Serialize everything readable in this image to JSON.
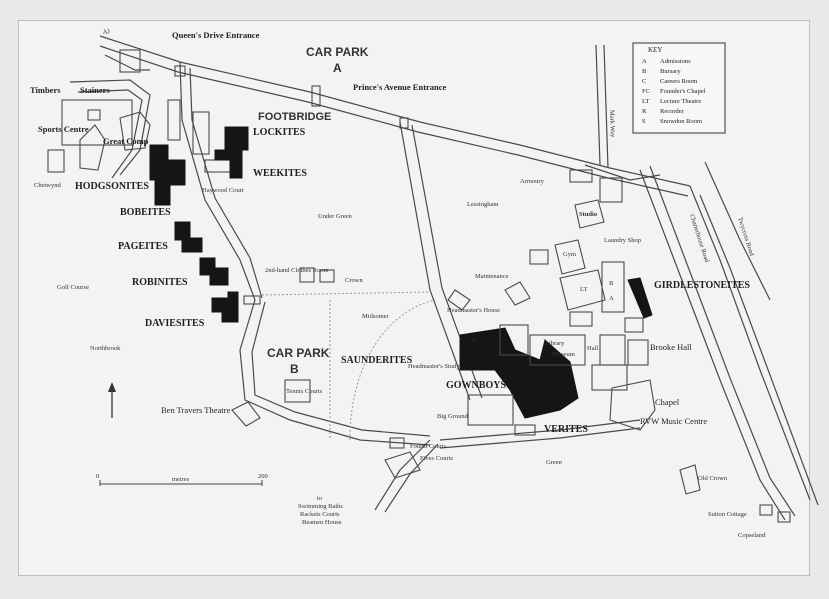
{
  "top_labels": {
    "a_road": "AJ",
    "queens_drive": "Queen's Drive Entrance",
    "princes_avenue": "Prince's Avenue Entrance",
    "car_park": "CAR PARK",
    "car_park_a_letter": "A",
    "car_park_b_letter": "B",
    "footbridge": "FOOTBRIDGE"
  },
  "key": {
    "title": "KEY",
    "items": [
      {
        "code": "A",
        "label": "Admissions"
      },
      {
        "code": "B",
        "label": "Bursary"
      },
      {
        "code": "C",
        "label": "Careers Room"
      },
      {
        "code": "FC",
        "label": "Founder's Chapel"
      },
      {
        "code": "LT",
        "label": "Lecture Theatre"
      },
      {
        "code": "R",
        "label": "Recorder"
      },
      {
        "code": "S",
        "label": "Snowdon Room"
      }
    ]
  },
  "houses": {
    "lockites": "LOCKITES",
    "weekites": "WEEKITES",
    "hodgsonites": "HODGSONITES",
    "bobeites": "BOBEITES",
    "pageites": "PAGEITES",
    "robinites": "ROBINITES",
    "daviesites": "DAVIESITES",
    "saunderites": "SAUNDERITES",
    "gownboys": "GOWNBOYS",
    "verites": "VERITES",
    "girdlestoneites": "GIRDLESTONEITES"
  },
  "places": {
    "timbers": "Timbers",
    "stainers": "Stainers",
    "sports_centre": "Sports Centre",
    "great_comp": "Great Comp",
    "charterhouse_road": "Chetwynd",
    "haywood_court": "Haywood Court",
    "under_green": "Under Green",
    "lessingham": "Lessingham",
    "armoury": "Armoury",
    "studio": "Studio",
    "gym": "Gym",
    "laundry_shop": "Laundry Shop",
    "maintenance": "Maintenance",
    "secondhand_clothes": "2nd-hand Clothes Room",
    "crown": "Crown",
    "golf_course": "Golf Course",
    "northbrook": "Northbrook",
    "midsomer": "Midsomer",
    "headmasters_house": "Headmaster's House",
    "headmasters_study": "Headmaster's Study",
    "library": "Library",
    "museum": "Museum",
    "hall": "Hall",
    "brooke_hall": "Brooke Hall",
    "chapel": "Chapel",
    "rvw_music_centre": "RVW Music Centre",
    "tennis_courts": "Tennis Courts",
    "ben_travers_theatre": "Ben Travers Theatre",
    "big_ground": "Big Ground",
    "fourth_courts": "Fourth Courts",
    "fives_courts": "Fives Courts",
    "green": "Green",
    "old_crown": "Old Crown",
    "sutton_cottage": "Sutton Cottage",
    "copseland": "Copseland",
    "to_line": "to",
    "swimming_baths": "Swimming Baths",
    "rackets_courts": "Rackets Courts",
    "beamen_house": "Beamen House",
    "charterhouse_rd": "Charterhouse Road",
    "twycross_road": "Twycross Road",
    "mark_way": "Mark Way",
    "lt_bld": "LT",
    "fc_bld": "FC",
    "bld_b": "B",
    "bld_a": "A"
  },
  "scale": {
    "start": "0",
    "unit": "metres",
    "end": "200"
  }
}
